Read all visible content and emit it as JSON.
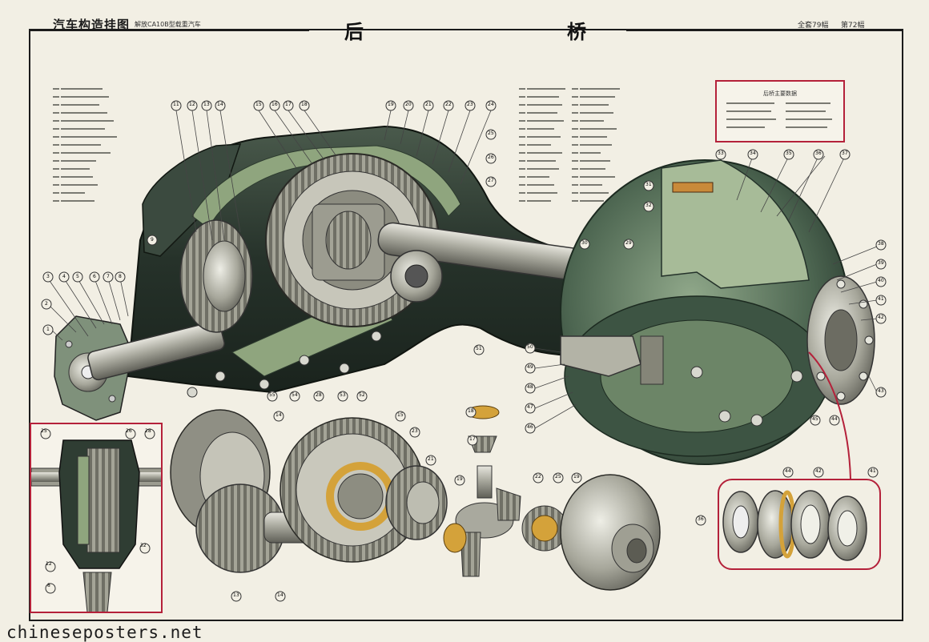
{
  "header": {
    "series_title": "汽车构造挂图",
    "series_sub": "解放CA10B型载重汽车",
    "title_char_1": "后",
    "title_char_2": "桥",
    "issue_left": "全套79幅",
    "issue_right": "第72幅"
  },
  "spec_box": {
    "title": "后桥主要数据"
  },
  "callouts": {
    "main": [
      "1",
      "2",
      "3",
      "4",
      "5",
      "6",
      "7",
      "8",
      "9",
      "11",
      "12",
      "13",
      "14",
      "15",
      "16",
      "17",
      "18",
      "19",
      "20",
      "21",
      "22",
      "23",
      "24",
      "25",
      "26",
      "27",
      "28",
      "29",
      "30",
      "31",
      "32",
      "33",
      "34",
      "35",
      "36",
      "37",
      "38",
      "39",
      "40",
      "41",
      "42",
      "43",
      "44",
      "45",
      "46",
      "47",
      "48",
      "49",
      "50",
      "51",
      "52",
      "53",
      "54",
      "55"
    ],
    "exploded": [
      "14",
      "15",
      "17",
      "18",
      "21",
      "22",
      "23",
      "25",
      "13",
      "19"
    ],
    "inset": [
      "25",
      "26",
      "28",
      "12",
      "8",
      "32"
    ],
    "lock": [
      "41",
      "42",
      "44",
      "36"
    ]
  },
  "watermark": "chineseposters.net",
  "colors": {
    "housing": "#2f3d33",
    "cutaway": "#8fa57e",
    "steel": "#b9b9ad",
    "gear": "#9a9a8c",
    "brass": "#d4a23a",
    "accent_red": "#b4213a",
    "paper": "#f2efe4"
  }
}
